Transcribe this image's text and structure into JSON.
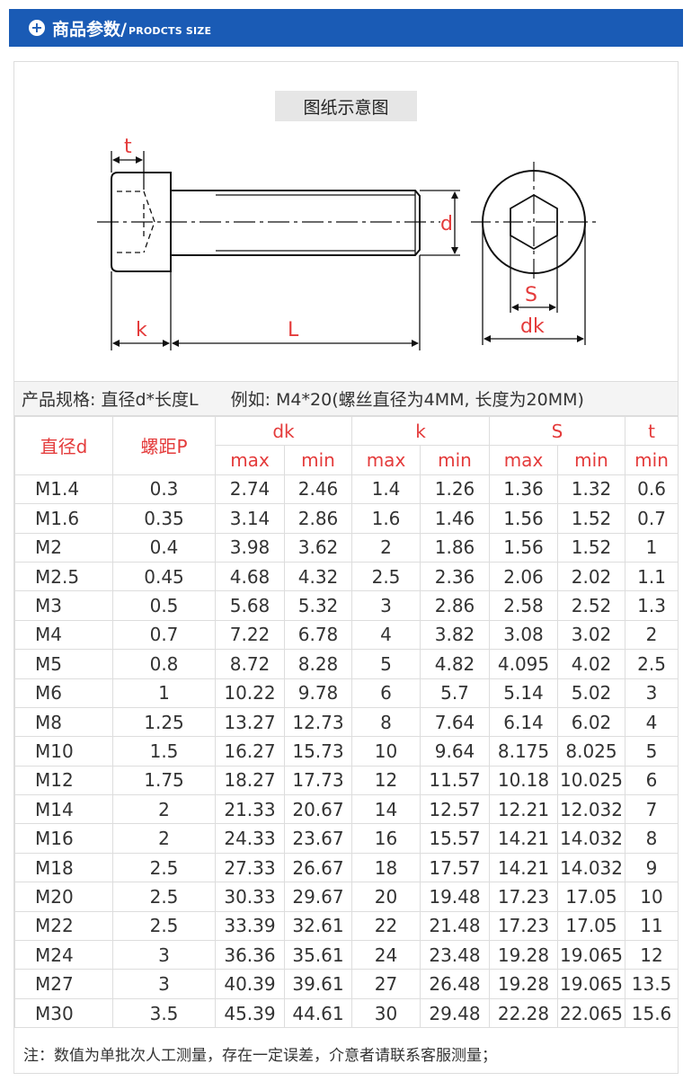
{
  "header": {
    "title_cn": "商品参数/",
    "title_en": "PRODCTS SIZE",
    "icon": "plus-circle-icon"
  },
  "diagram": {
    "title": "图纸示意图",
    "labels": {
      "t": "t",
      "d": "d",
      "k": "k",
      "L": "L",
      "S": "S",
      "dk": "dk"
    },
    "label_color": "#e43b3b"
  },
  "spec": {
    "label": "产品规格: 直径d*长度L",
    "example": "例如: M4*20(螺丝直径为4MM, 长度为20MM)"
  },
  "table": {
    "header_color": "#e43b3b",
    "header1": [
      "直径d",
      "螺距P",
      "dk",
      "k",
      "S",
      "t"
    ],
    "header2": [
      "max",
      "min",
      "max",
      "min",
      "max",
      "min",
      "min"
    ],
    "rows": [
      [
        "M1.4",
        "0.3",
        "2.74",
        "2.46",
        "1.4",
        "1.26",
        "1.36",
        "1.32",
        "0.6"
      ],
      [
        "M1.6",
        "0.35",
        "3.14",
        "2.86",
        "1.6",
        "1.46",
        "1.56",
        "1.52",
        "0.7"
      ],
      [
        "M2",
        "0.4",
        "3.98",
        "3.62",
        "2",
        "1.86",
        "1.56",
        "1.52",
        "1"
      ],
      [
        "M2.5",
        "0.45",
        "4.68",
        "4.32",
        "2.5",
        "2.36",
        "2.06",
        "2.02",
        "1.1"
      ],
      [
        "M3",
        "0.5",
        "5.68",
        "5.32",
        "3",
        "2.86",
        "2.58",
        "2.52",
        "1.3"
      ],
      [
        "M4",
        "0.7",
        "7.22",
        "6.78",
        "4",
        "3.82",
        "3.08",
        "3.02",
        "2"
      ],
      [
        "M5",
        "0.8",
        "8.72",
        "8.28",
        "5",
        "4.82",
        "4.095",
        "4.02",
        "2.5"
      ],
      [
        "M6",
        "1",
        "10.22",
        "9.78",
        "6",
        "5.7",
        "5.14",
        "5.02",
        "3"
      ],
      [
        "M8",
        "1.25",
        "13.27",
        "12.73",
        "8",
        "7.64",
        "6.14",
        "6.02",
        "4"
      ],
      [
        "M10",
        "1.5",
        "16.27",
        "15.73",
        "10",
        "9.64",
        "8.175",
        "8.025",
        "5"
      ],
      [
        "M12",
        "1.75",
        "18.27",
        "17.73",
        "12",
        "11.57",
        "10.18",
        "10.025",
        "6"
      ],
      [
        "M14",
        "2",
        "21.33",
        "20.67",
        "14",
        "12.57",
        "12.21",
        "12.032",
        "7"
      ],
      [
        "M16",
        "2",
        "24.33",
        "23.67",
        "16",
        "15.57",
        "14.21",
        "14.032",
        "8"
      ],
      [
        "M18",
        "2.5",
        "27.33",
        "26.67",
        "18",
        "17.57",
        "14.21",
        "14.032",
        "9"
      ],
      [
        "M20",
        "2.5",
        "30.33",
        "29.67",
        "20",
        "19.48",
        "17.23",
        "17.05",
        "10"
      ],
      [
        "M22",
        "2.5",
        "33.39",
        "32.61",
        "22",
        "21.48",
        "17.23",
        "17.05",
        "11"
      ],
      [
        "M24",
        "3",
        "36.36",
        "35.61",
        "24",
        "23.48",
        "19.28",
        "19.065",
        "12"
      ],
      [
        "M27",
        "3",
        "40.39",
        "39.61",
        "27",
        "26.48",
        "19.28",
        "19.065",
        "13.5"
      ],
      [
        "M30",
        "3.5",
        "45.39",
        "44.61",
        "30",
        "29.48",
        "22.28",
        "22.065",
        "15.6"
      ]
    ]
  },
  "note": "注：数值为单批次人工测量，存在一定误差，介意者请联系客服测量；"
}
